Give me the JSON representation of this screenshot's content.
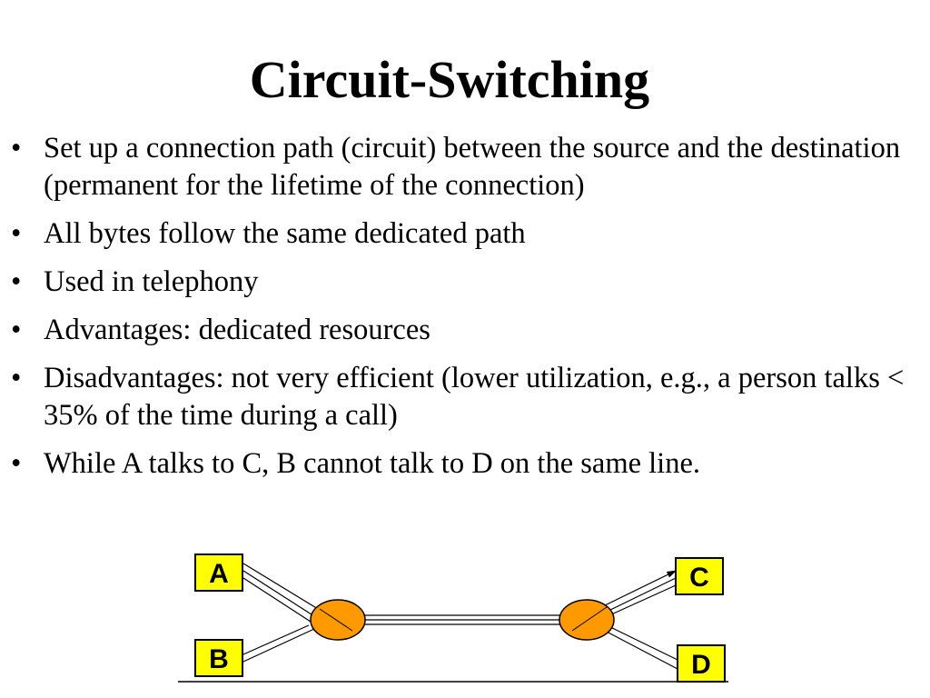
{
  "slide": {
    "title": "Circuit-Switching",
    "bullets": [
      {
        "marker": "•",
        "text": "Set up a connection path (circuit) between the source and the destination (permanent for the lifetime of the connection)"
      },
      {
        "marker": "•",
        "text": "All bytes follow the same dedicated path"
      },
      {
        "marker": "•",
        "text": "Used in telephony"
      },
      {
        "marker": "•",
        "text": "Advantages: dedicated resources"
      },
      {
        "marker": "•",
        "text": "Disadvantages: not very efficient (lower utilization, e.g., a person talks < 35% of the time during a call)"
      },
      {
        "marker": "•",
        "text": "While A talks to C, B cannot talk to D on the same line."
      }
    ]
  },
  "diagram": {
    "nodes": {
      "a": "A",
      "b": "B",
      "c": "C",
      "d": "D"
    },
    "colors": {
      "node_fill": "#ffff00",
      "switch_fill": "#ff9900",
      "line": "#000000"
    }
  }
}
